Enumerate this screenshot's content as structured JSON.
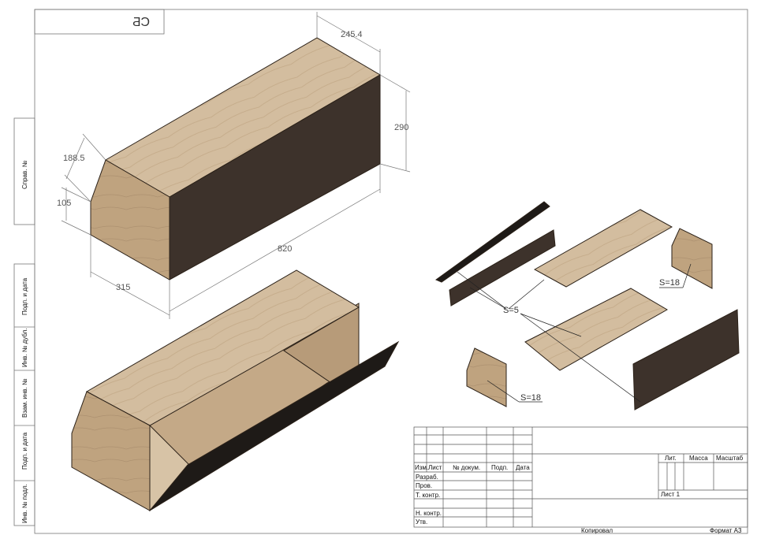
{
  "drawing": {
    "stamp_code": "СБ",
    "copied_label": "Копировал",
    "format_label": "Формат А3"
  },
  "side_stamp": {
    "sprav": "Справ. №",
    "podp_data_1": "Подп. и дата",
    "inv_dubl": "Инв. № дубл.",
    "vzam_inv": "Взам. инв. №",
    "podp_data_2": "Подп. и дата",
    "inv_podl": "Инв. № подл."
  },
  "dimensions": {
    "width_top": "245.4",
    "height": "290",
    "slant": "188.5",
    "front_low": "105",
    "length": "820",
    "depth": "315"
  },
  "parts": {
    "thin_label": "S=5",
    "thick_label_1": "S=18",
    "thick_label_2": "S=18"
  },
  "title_block": {
    "col_izm": "Изм.",
    "col_list": "Лист",
    "col_doc": "№ докум.",
    "col_podp": "Подп.",
    "col_data": "Дата",
    "row_razrab": "Разраб.",
    "row_prov": "Пров.",
    "row_tkontr": "Т. контр.",
    "row_nkontr": "Н. контр.",
    "row_utv": "Утв.",
    "lit": "Лит.",
    "massa": "Масса",
    "masshtab": "Масштаб",
    "sheet_label": "Лист 1"
  },
  "colors": {
    "wood_light": "#d3bd9f",
    "wood_mid": "#c8ae8c",
    "wood_end": "#b89d7d",
    "dark_panel": "#3d322b",
    "black_panel": "#1e1a17",
    "frame": "#555555"
  }
}
